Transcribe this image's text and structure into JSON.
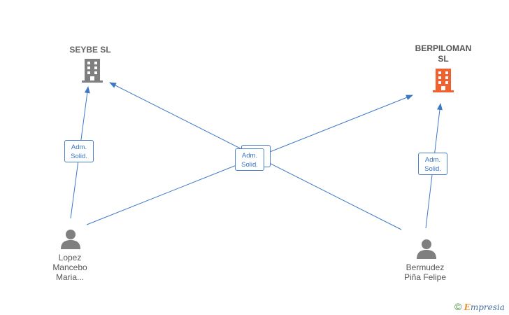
{
  "companies": [
    {
      "name": "SEYBE SL",
      "color": "#7f7f7f",
      "icon": "building-icon"
    },
    {
      "name_line1": "BERPILOMAN",
      "name_line2": "SL",
      "color": "#f0612f",
      "icon": "building-icon"
    }
  ],
  "people": [
    {
      "line1": "Lopez",
      "line2": "Mancebo",
      "line3": "Maria...",
      "icon": "person-icon"
    },
    {
      "line1": "Bermudez",
      "line2": "Piña Felipe",
      "icon": "person-icon"
    }
  ],
  "roles": {
    "line1": "Adm.",
    "line2": "Solid."
  },
  "edge_color": "#3d78c6",
  "watermark": {
    "copyright": "©",
    "brand_first": "E",
    "brand_rest": "mpresia"
  }
}
